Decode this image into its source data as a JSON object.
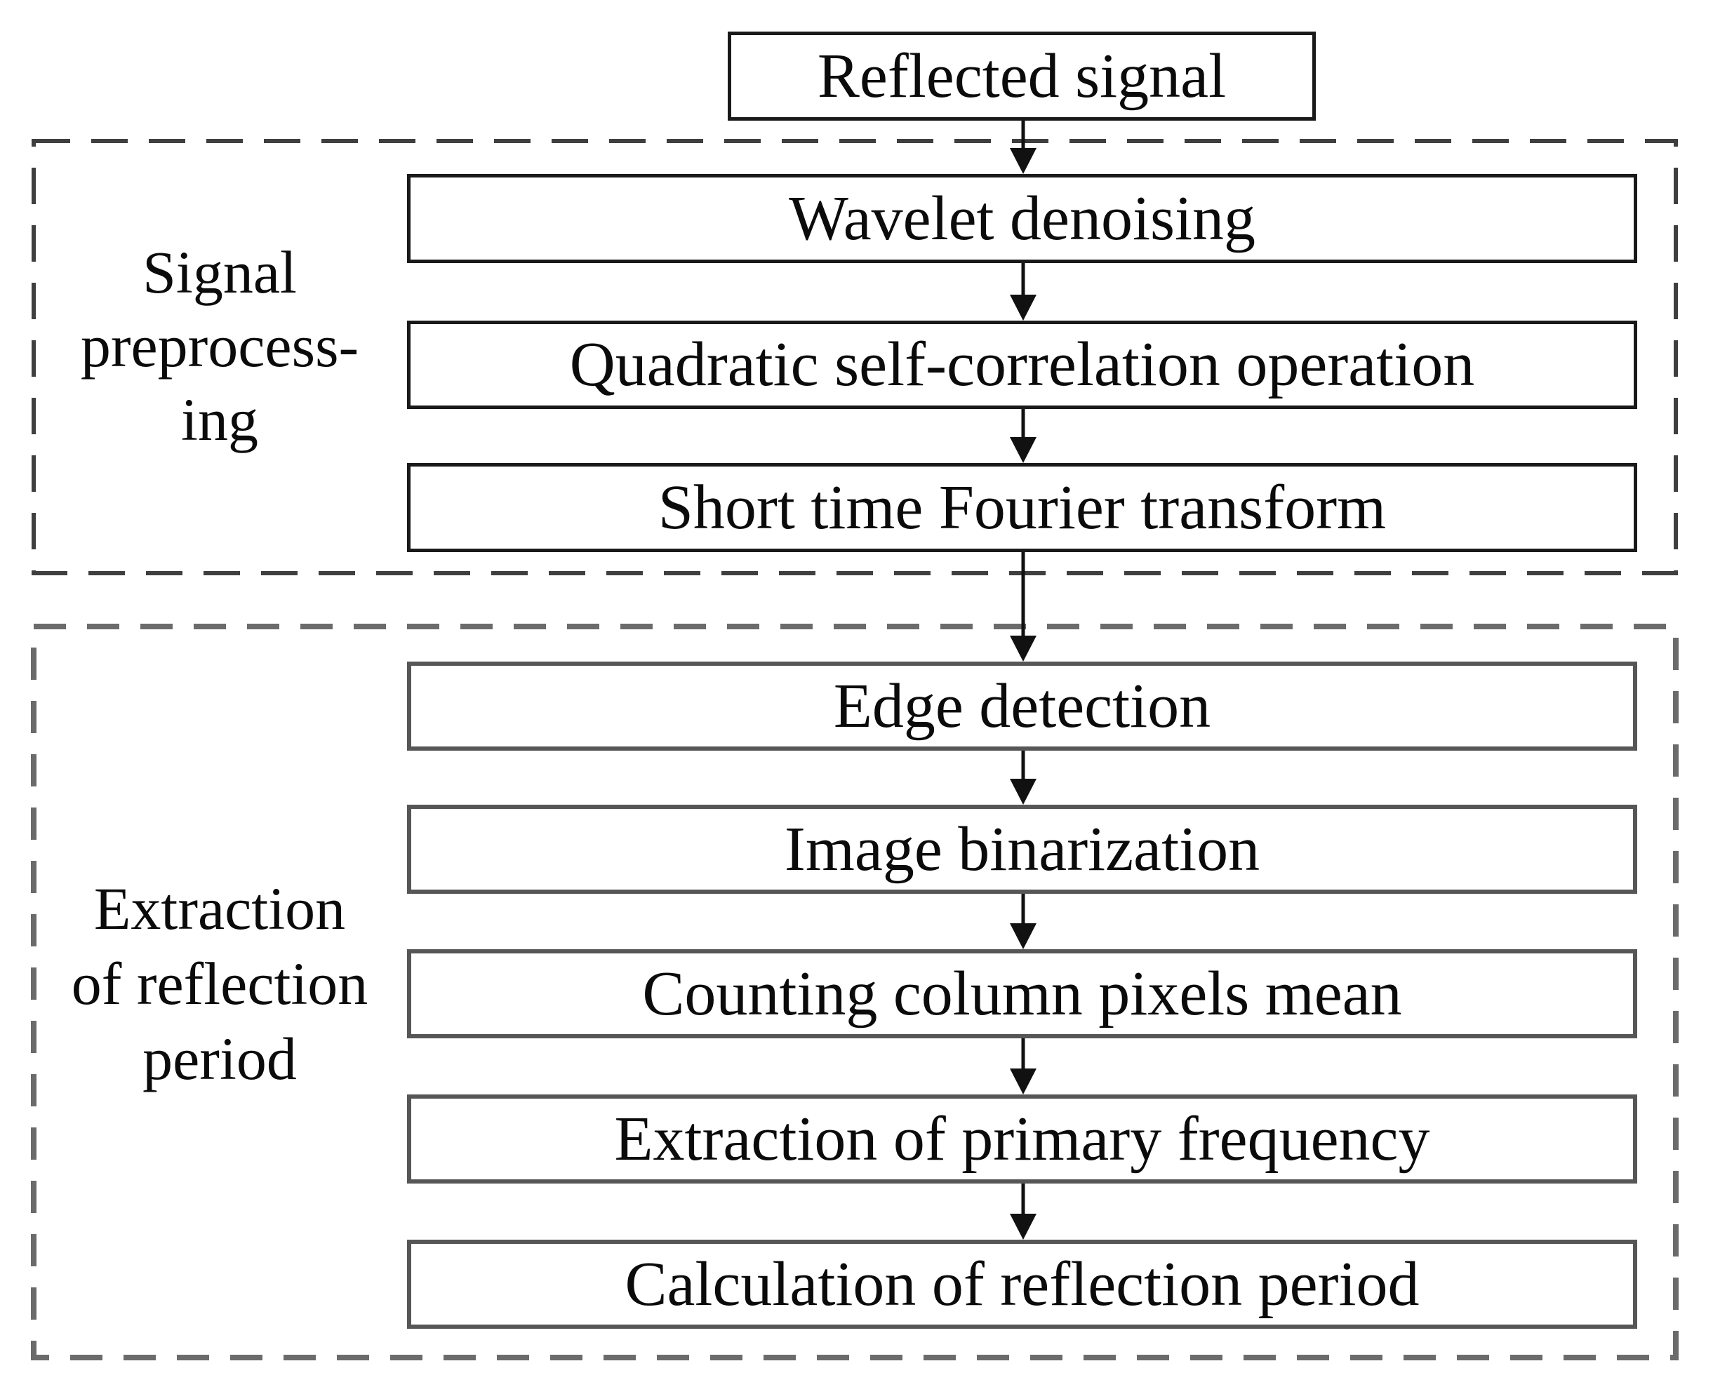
{
  "flow": {
    "start": {
      "label": "Reflected signal"
    },
    "groups": [
      {
        "label_lines": [
          "Signal",
          "preprocess-",
          "ing"
        ],
        "steps": [
          {
            "label": "Wavelet denoising"
          },
          {
            "label": "Quadratic self-correlation operation"
          },
          {
            "label": "Short time Fourier transform"
          }
        ]
      },
      {
        "label_lines": [
          "Extraction",
          "of reflection",
          "period"
        ],
        "steps": [
          {
            "label": "Edge detection"
          },
          {
            "label": "Image binarization"
          },
          {
            "label": "Counting column pixels mean"
          },
          {
            "label": "Extraction of primary frequency"
          },
          {
            "label": "Calculation of reflection period"
          }
        ]
      }
    ],
    "colors": {
      "background": "#ffffff",
      "text": "#0b0b0b",
      "solid_border_dark": "#1a1a1a",
      "solid_border_gray": "#565656",
      "dashed_border_dark": "#3f3f3f",
      "dashed_border_gray": "#6b6b6b",
      "arrow": "#111111"
    }
  }
}
